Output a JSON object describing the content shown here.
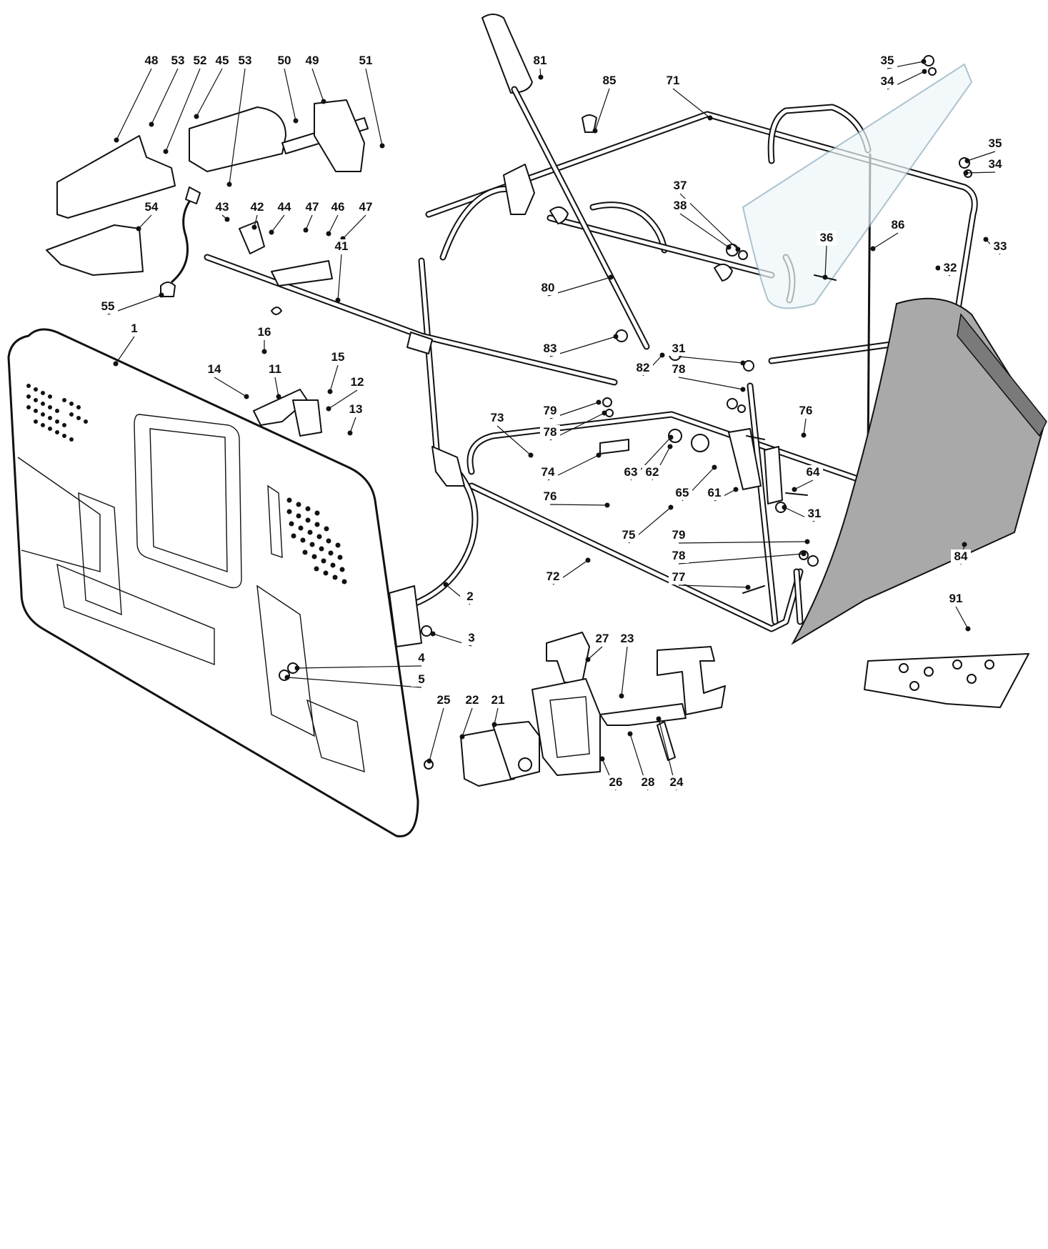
{
  "diagram": {
    "callouts": [
      {
        "id": "c48",
        "label": "48"
      },
      {
        "id": "c53a",
        "label": "53"
      },
      {
        "id": "c52",
        "label": "52"
      },
      {
        "id": "c45",
        "label": "45"
      },
      {
        "id": "c53b",
        "label": "53"
      },
      {
        "id": "c50",
        "label": "50"
      },
      {
        "id": "c49",
        "label": "49"
      },
      {
        "id": "c51",
        "label": "51"
      },
      {
        "id": "c54",
        "label": "54"
      },
      {
        "id": "c55",
        "label": "55"
      },
      {
        "id": "c43",
        "label": "43"
      },
      {
        "id": "c42",
        "label": "42"
      },
      {
        "id": "c44",
        "label": "44"
      },
      {
        "id": "c47a",
        "label": "47"
      },
      {
        "id": "c46",
        "label": "46"
      },
      {
        "id": "c47b",
        "label": "47"
      },
      {
        "id": "c41",
        "label": "41"
      },
      {
        "id": "c16",
        "label": "16"
      },
      {
        "id": "c1",
        "label": "1"
      },
      {
        "id": "c14",
        "label": "14"
      },
      {
        "id": "c11",
        "label": "11"
      },
      {
        "id": "c15",
        "label": "15"
      },
      {
        "id": "c12",
        "label": "12"
      },
      {
        "id": "c13",
        "label": "13"
      },
      {
        "id": "c81",
        "label": "81"
      },
      {
        "id": "c85",
        "label": "85"
      },
      {
        "id": "c71",
        "label": "71"
      },
      {
        "id": "c35a",
        "label": "35"
      },
      {
        "id": "c34a",
        "label": "34"
      },
      {
        "id": "c35b",
        "label": "35"
      },
      {
        "id": "c34b",
        "label": "34"
      },
      {
        "id": "c37",
        "label": "37"
      },
      {
        "id": "c38",
        "label": "38"
      },
      {
        "id": "c36",
        "label": "36"
      },
      {
        "id": "c86",
        "label": "86"
      },
      {
        "id": "c33",
        "label": "33"
      },
      {
        "id": "c32",
        "label": "32"
      },
      {
        "id": "c80",
        "label": "80"
      },
      {
        "id": "c83",
        "label": "83"
      },
      {
        "id": "c82",
        "label": "82"
      },
      {
        "id": "c31a",
        "label": "31"
      },
      {
        "id": "c78a",
        "label": "78"
      },
      {
        "id": "c79a",
        "label": "79"
      },
      {
        "id": "c78b",
        "label": "78"
      },
      {
        "id": "c73",
        "label": "73"
      },
      {
        "id": "c76a",
        "label": "76"
      },
      {
        "id": "c74",
        "label": "74"
      },
      {
        "id": "c63",
        "label": "63"
      },
      {
        "id": "c62",
        "label": "62"
      },
      {
        "id": "c65",
        "label": "65"
      },
      {
        "id": "c61",
        "label": "61"
      },
      {
        "id": "c64",
        "label": "64"
      },
      {
        "id": "c76b",
        "label": "76"
      },
      {
        "id": "c31b",
        "label": "31"
      },
      {
        "id": "c75",
        "label": "75"
      },
      {
        "id": "c79b",
        "label": "79"
      },
      {
        "id": "c78c",
        "label": "78"
      },
      {
        "id": "c84",
        "label": "84"
      },
      {
        "id": "c77",
        "label": "77"
      },
      {
        "id": "c72",
        "label": "72"
      },
      {
        "id": "c2",
        "label": "2"
      },
      {
        "id": "c3",
        "label": "3"
      },
      {
        "id": "c4",
        "label": "4"
      },
      {
        "id": "c5",
        "label": "5"
      },
      {
        "id": "c91",
        "label": "91"
      },
      {
        "id": "c27",
        "label": "27"
      },
      {
        "id": "c23",
        "label": "23"
      },
      {
        "id": "c25",
        "label": "25"
      },
      {
        "id": "c22",
        "label": "22"
      },
      {
        "id": "c21",
        "label": "21"
      },
      {
        "id": "c26",
        "label": "26"
      },
      {
        "id": "c28",
        "label": "28"
      },
      {
        "id": "c24",
        "label": "24"
      }
    ]
  }
}
